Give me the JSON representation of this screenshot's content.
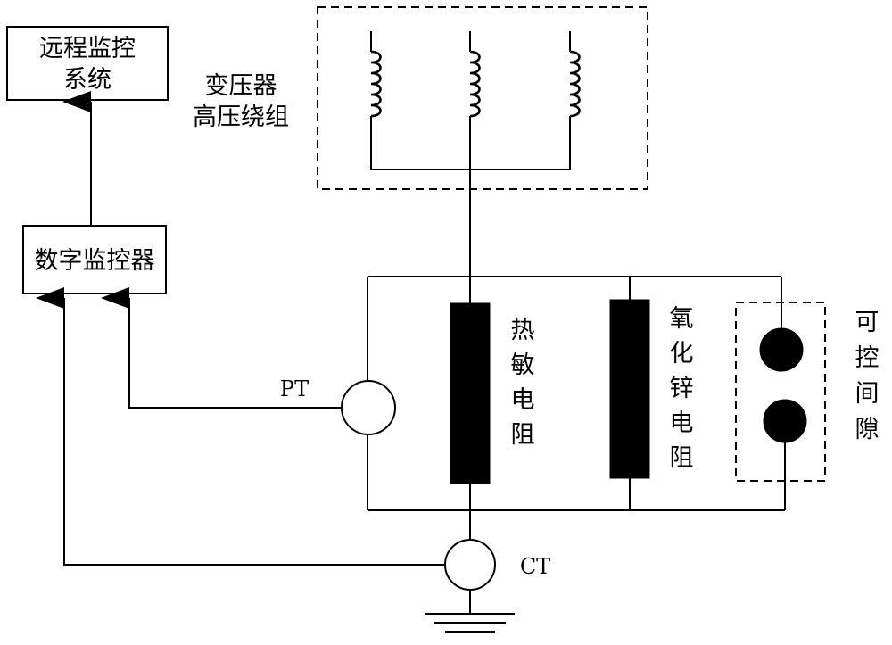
{
  "labels": {
    "remote_system_line1": "远程监控",
    "remote_system_line2": "系统",
    "digital_monitor": "数字监控器",
    "transformer_line1": "变压器",
    "transformer_line2": "高压绕组",
    "pt": "PT",
    "ct": "CT",
    "thermistor": [
      "热",
      "敏",
      "电",
      "阻"
    ],
    "zno_resistor": [
      "氧",
      "化",
      "锌",
      "电",
      "阻"
    ],
    "controllable_gap": [
      "可",
      "控",
      "间",
      "隙"
    ]
  }
}
